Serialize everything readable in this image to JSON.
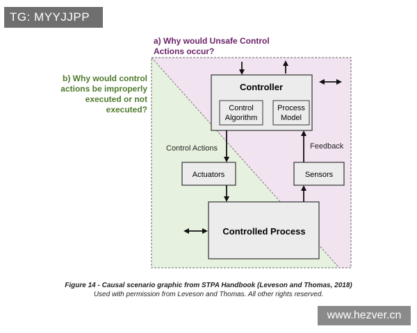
{
  "tag": "TG: MYYJJPP",
  "question_a": "a) Why would Unsafe Control Actions occur?",
  "question_b": "b) Why would control actions be improperly executed or not executed?",
  "boxes": {
    "controller": "Controller",
    "control_algorithm_1": "Control",
    "control_algorithm_2": "Algorithm",
    "process_model_1": "Process",
    "process_model_2": "Model",
    "actuators": "Actuators",
    "sensors": "Sensors",
    "controlled_process": "Controlled Process"
  },
  "labels": {
    "control_actions": "Control Actions",
    "feedback": "Feedback"
  },
  "caption": {
    "line1": "Figure 14 - Causal scenario graphic from STPA Handbook (Leveson and Thomas, 2018)",
    "line2": "Used with permission from Leveson and Thomas. All other rights reserved."
  },
  "watermark": "www.hezver.cn",
  "colors": {
    "pink_region": "#f1e3ef",
    "green_region": "#e6f2df",
    "purple_text": "#6b2268",
    "green_text": "#4f7a2d",
    "box_fill": "#ececec",
    "box_border": "#333333"
  },
  "icons": [
    "double-arrow-icon",
    "arrow-down-icon",
    "arrow-up-icon"
  ]
}
